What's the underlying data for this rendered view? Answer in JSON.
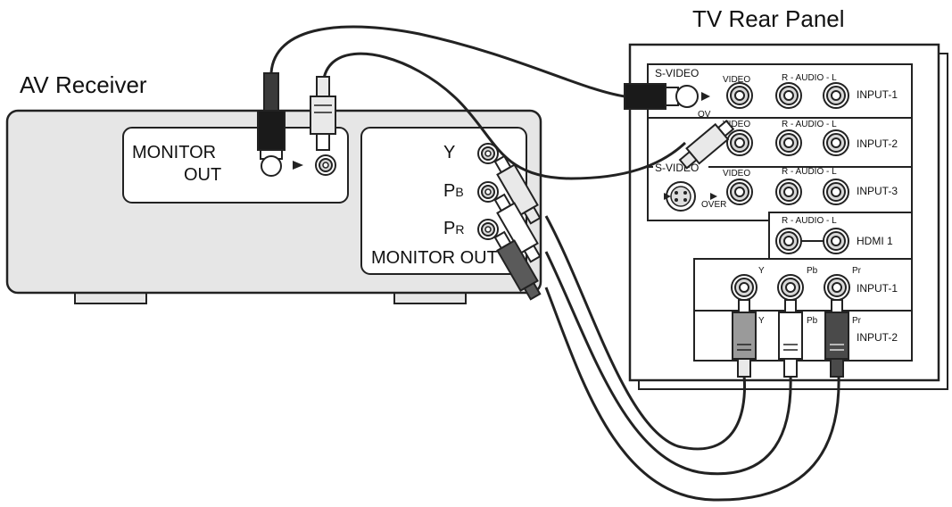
{
  "titles": {
    "receiver": "AV Receiver",
    "tv": "TV Rear Panel"
  },
  "receiver": {
    "monitor_out_left_line1": "MONITOR",
    "monitor_out_left_line2": "OUT",
    "component_y": "Y",
    "component_pb_main": "P",
    "component_pb_sub": "B",
    "component_pr_main": "P",
    "component_pr_sub": "R",
    "component_monitor_out": "MONITOR OUT"
  },
  "tv": {
    "row1": {
      "svideo": "S-VIDEO",
      "video": "VIDEO",
      "audio": "R - AUDIO - L",
      "input": "INPUT-1"
    },
    "row2": {
      "video": "VIDEO",
      "audio": "R - AUDIO - L",
      "input": "INPUT-2"
    },
    "row3": {
      "svideo": "S-VIDEO",
      "video": "VIDEO",
      "audio": "R - AUDIO - L",
      "input": "INPUT-3",
      "over": "OVER"
    },
    "row1_over": "OV",
    "hdmi": {
      "audio": "R - AUDIO - L",
      "input": "HDMI 1"
    },
    "component1": {
      "y": "Y",
      "pb": "Pb",
      "pr": "Pr",
      "input": "INPUT-1"
    },
    "component2": {
      "y": "Y",
      "pb": "Pb",
      "pr": "Pr",
      "input": "INPUT-2"
    }
  },
  "colors": {
    "line": "#222222",
    "receiver_body": "#e6e6e6",
    "tv_panel": "#ffffff",
    "plug_dark": "#3a3a3a",
    "plug_light": "#e9e9e9",
    "plug_mid": "#9a9a9a"
  }
}
